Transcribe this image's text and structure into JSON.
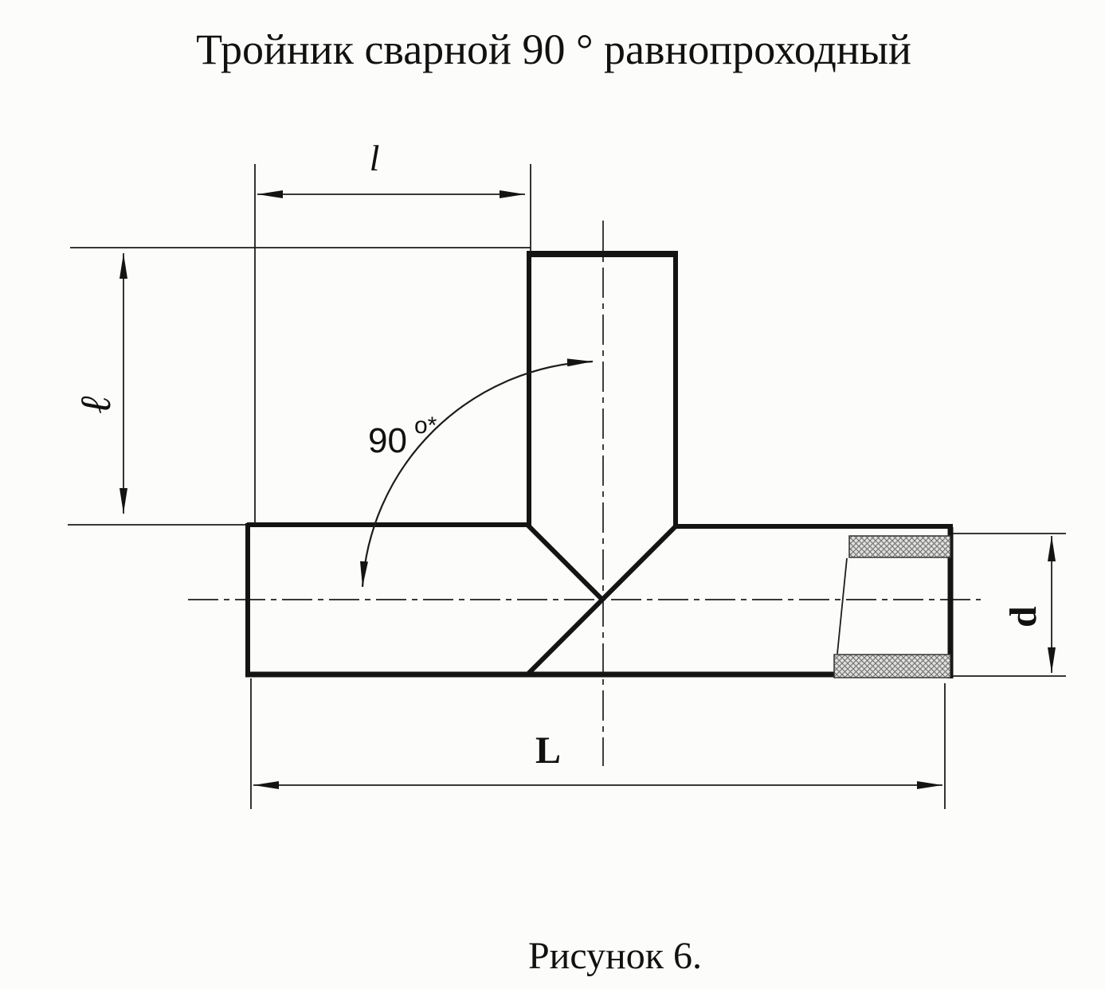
{
  "title": "Тройник сварной 90 ° равнопроходный",
  "caption": "Рисунок 6.",
  "labels": {
    "branch_width": "l",
    "branch_height": "ℓ",
    "angle_value": "90",
    "angle_sup": "о*",
    "diameter": "d",
    "total_length": "L"
  },
  "colors": {
    "line": "#141414",
    "background": "#fcfcfa",
    "hatch_fill": "#e0e0de",
    "hatch_stroke": "#6f6f6f"
  }
}
